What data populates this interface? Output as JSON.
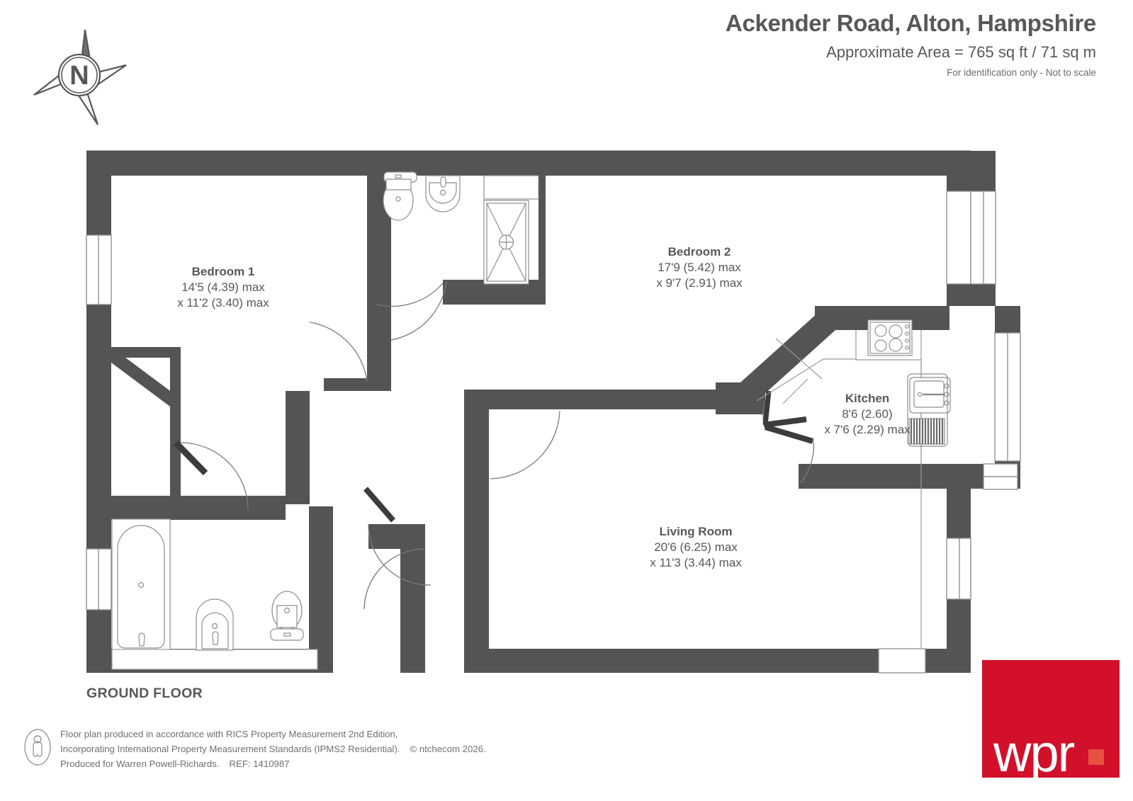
{
  "header": {
    "title": "Ackender Road, Alton, Hampshire",
    "area": "Approximate Area = 765 sq ft / 71 sq m",
    "disclaimer": "For identification only - Not to scale"
  },
  "compass": {
    "label": "N",
    "icon": "compass-north-icon"
  },
  "floor_caption": "GROUND FLOOR",
  "rooms": [
    {
      "key": "bedroom1",
      "name": "Bedroom 1",
      "dim1": "14'5 (4.39) max",
      "dim2": "x 11'2 (3.40) max"
    },
    {
      "key": "bedroom2",
      "name": "Bedroom 2",
      "dim1": "17'9 (5.42) max",
      "dim2": "x 9'7 (2.91) max"
    },
    {
      "key": "kitchen",
      "name": "Kitchen",
      "dim1": "8'6 (2.60)",
      "dim2": "x 7'6 (2.29) max"
    },
    {
      "key": "living",
      "name": "Living Room",
      "dim1": "20'6 (6.25) max",
      "dim2": "x 11'3 (3.44) max"
    }
  ],
  "footer": {
    "line1": "Floor plan produced in accordance with RICS Property Measurement 2nd Edition,",
    "line2": "Incorporating International Property Measurement Standards (IPMS2 Residential).",
    "credit": "© ntchecom 2026.",
    "line3": "Produced for Warren Powell-Richards.",
    "ref": "REF: 1410987"
  },
  "logo": {
    "text": "wpr",
    "brand_color": "#d2102a",
    "dot_color": "#e8503f"
  },
  "colors": {
    "wall": "#545454",
    "text": "#58585a",
    "fixture_line": "#808080",
    "background": "#ffffff"
  },
  "fixtures": [
    {
      "name": "wc-bedroom-ensuite",
      "type": "toilet"
    },
    {
      "name": "basin-ensuite",
      "type": "wash-basin"
    },
    {
      "name": "shower-tray-ensuite",
      "type": "shower"
    },
    {
      "name": "bath-bathroom",
      "type": "bath-tub"
    },
    {
      "name": "basin-bathroom",
      "type": "wash-basin"
    },
    {
      "name": "wc-bathroom",
      "type": "toilet"
    },
    {
      "name": "hob-kitchen",
      "type": "cooker-hob"
    },
    {
      "name": "sink-kitchen",
      "type": "kitchen-sink"
    },
    {
      "name": "radiator-kitchen",
      "type": "radiator"
    }
  ]
}
